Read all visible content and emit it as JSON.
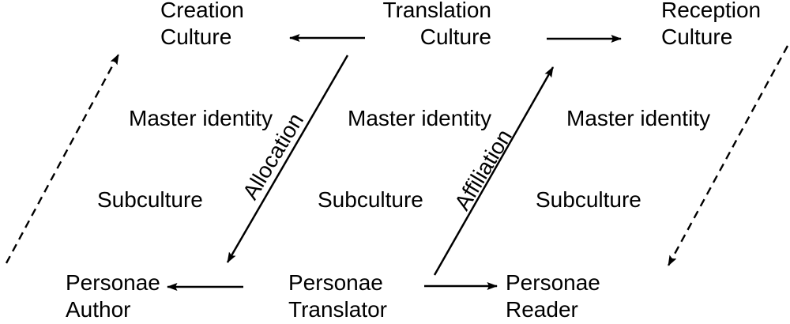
{
  "colors": {
    "ink": "#000000",
    "background": "#ffffff"
  },
  "cultures": {
    "creation": {
      "line1": "Creation",
      "line2": "Culture"
    },
    "translation": {
      "line1": "Translation",
      "line2": "Culture"
    },
    "reception": {
      "line1": "Reception",
      "line2": "Culture"
    }
  },
  "identity_rows": {
    "master_identity": {
      "left": "Master identity",
      "center": "Master identity",
      "right": "Master identity"
    },
    "subculture": {
      "left": "Subculture",
      "center": "Subculture",
      "right": "Subculture"
    }
  },
  "personae": {
    "author": {
      "line1": "Personae",
      "line2": "Author"
    },
    "translator": {
      "line1": "Personae",
      "line2": "Translator"
    },
    "reader": {
      "line1": "Personae",
      "line2": "Reader"
    }
  },
  "arrow_labels": {
    "allocation": "Allocation",
    "affiliation": "Affiliation"
  }
}
